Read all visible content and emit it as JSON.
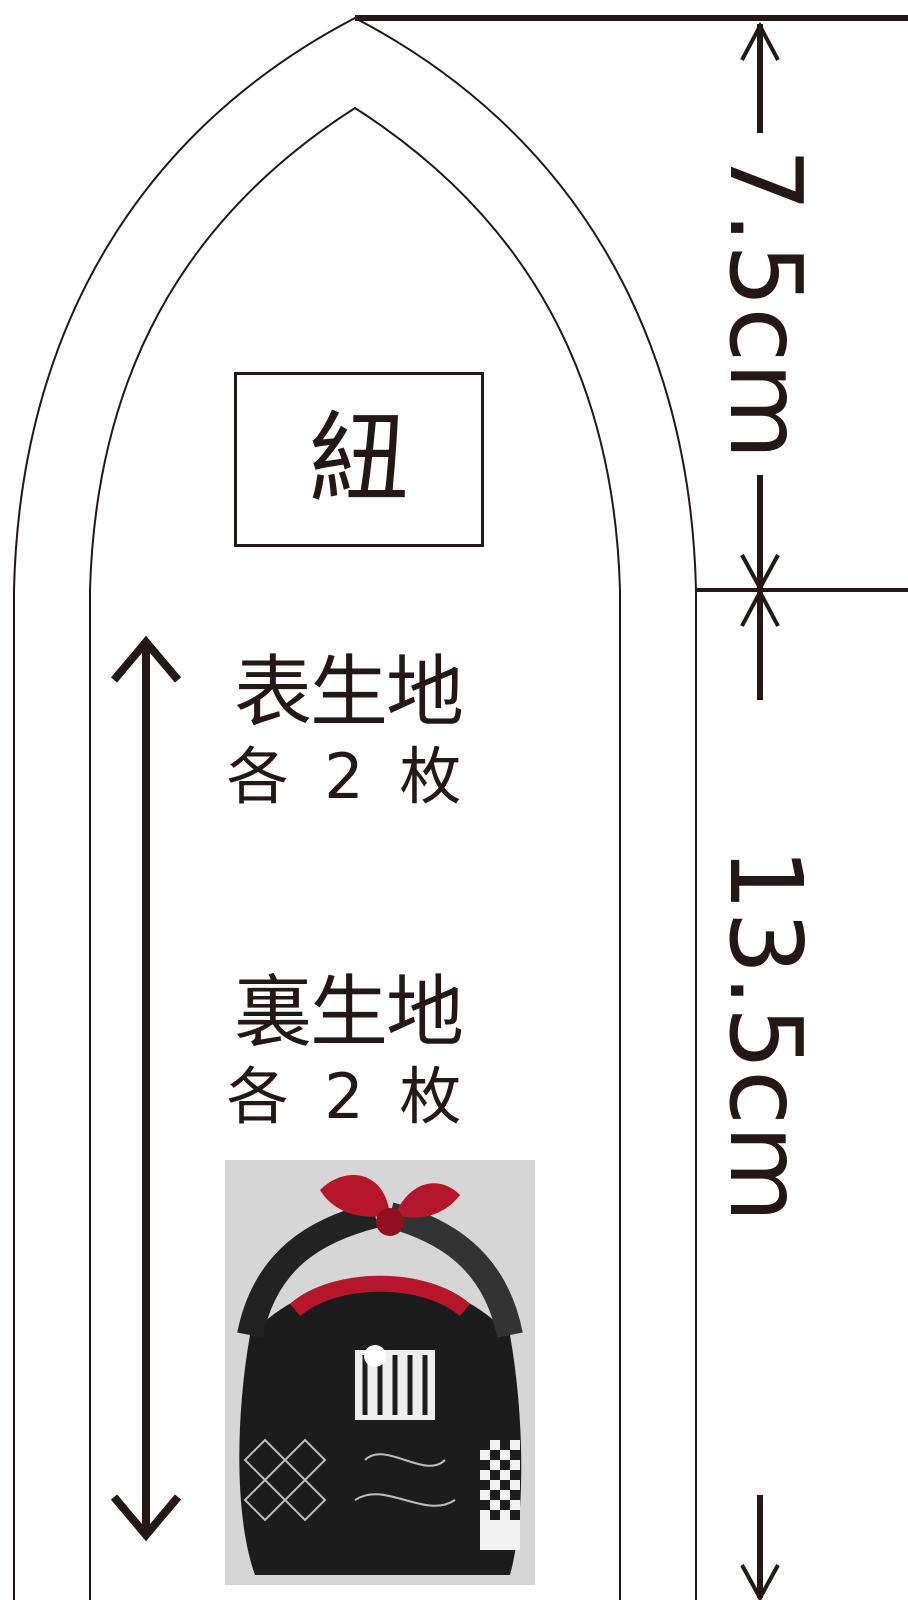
{
  "pattern_piece": {
    "label": "紐",
    "outer_fabric": {
      "name": "表生地",
      "count": "各 2 枚"
    },
    "lining_fabric": {
      "name": "裏生地",
      "count": "各 2 枚"
    }
  },
  "dimensions": {
    "top_section": "7.5cm",
    "body_section": "13.5cm"
  },
  "photo": {
    "subject": "knot-handle-bag",
    "colors": {
      "knot": "#b5162b",
      "body": "#1a1a1a",
      "background": "#d6d6d6"
    }
  },
  "colors": {
    "line": "#231815",
    "background": "#ffffff"
  }
}
